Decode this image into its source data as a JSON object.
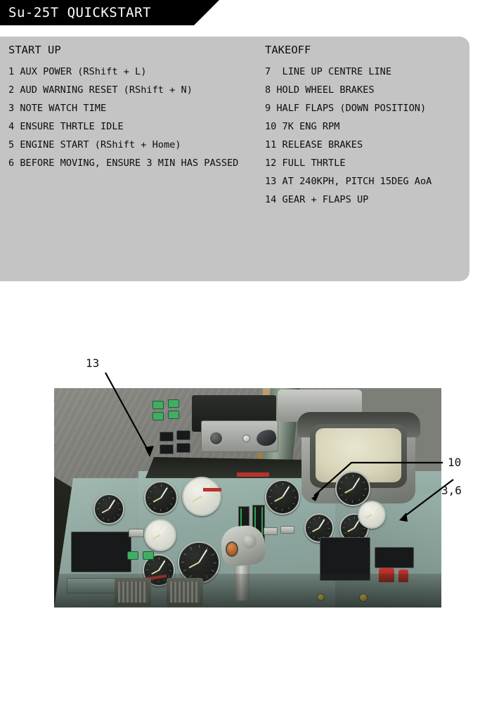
{
  "header": {
    "title": "Su-25T QUICKSTART",
    "bg_color": "#000000",
    "text_color": "#ffffff"
  },
  "panel": {
    "bg_color": "#c4c4c4",
    "columns": [
      {
        "heading": "START UP",
        "steps": [
          "1 AUX POWER (RShift + L)",
          "2 AUD WARNING RESET (RShift + N)",
          "3 NOTE WATCH TIME",
          "4 ENSURE THRTLE IDLE",
          "5 ENGINE START (RShift + Home)",
          "6 BEFORE MOVING, ENSURE 3 MIN HAS PASSED"
        ]
      },
      {
        "heading": "TAKEOFF",
        "steps": [
          "7  LINE UP CENTRE LINE",
          "8 HOLD WHEEL BRAKES",
          "9 HALF FLAPS (DOWN POSITION)",
          "10 7K ENG RPM",
          "11 RELEASE BRAKES",
          "12 FULL THRTLE",
          "13 AT 240KPH, PITCH 15DEG AoA",
          "14 GEAR + FLAPS UP"
        ]
      }
    ]
  },
  "figure": {
    "description": "Su-25T cockpit interior view",
    "callouts": [
      {
        "label": "13",
        "target": "airspeed-indicator"
      },
      {
        "label": "10",
        "target": "engine-rpm-gauge"
      },
      {
        "label": "3,6",
        "target": "cockpit-clock"
      }
    ]
  }
}
